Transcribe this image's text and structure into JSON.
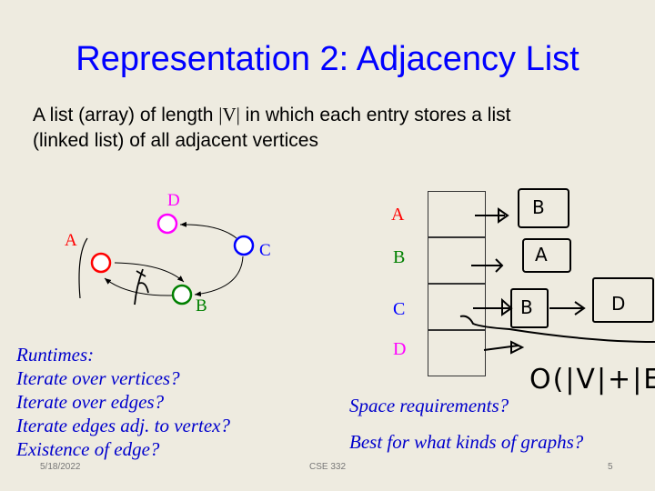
{
  "title": "Representation 2: Adjacency List",
  "body": {
    "line1_before": "A list (array) of length ",
    "line1_v": "|V|",
    "line1_after": " in which each entry stores a list",
    "line2": "(linked list) of all adjacent vertices"
  },
  "graph": {
    "vertices": [
      {
        "name": "A",
        "color": "#ff0000"
      },
      {
        "name": "B",
        "color": "#008000"
      },
      {
        "name": "C",
        "color": "#0000ff"
      },
      {
        "name": "D",
        "color": "#ff00ff"
      }
    ],
    "edges": [
      [
        "A",
        "B"
      ],
      [
        "B",
        "A"
      ],
      [
        "C",
        "B"
      ],
      [
        "C",
        "D"
      ]
    ]
  },
  "runtimes": {
    "heading": "Runtimes:",
    "items": [
      "Iterate over vertices?",
      "Iterate over edges?",
      "Iterate edges adj. to vertex?",
      "Existence of edge?"
    ]
  },
  "array_labels": [
    "A",
    "B",
    "C",
    "D"
  ],
  "ink_annotations": {
    "a_list": "B",
    "b_list": "A",
    "c_list_1": "B",
    "c_list_2": "D",
    "space": "O(|V|+|E|)"
  },
  "questions": [
    "Space requirements?",
    "Best for what kinds of graphs?"
  ],
  "footer": {
    "date": "5/18/2022",
    "course": "CSE 332",
    "page": "5"
  }
}
